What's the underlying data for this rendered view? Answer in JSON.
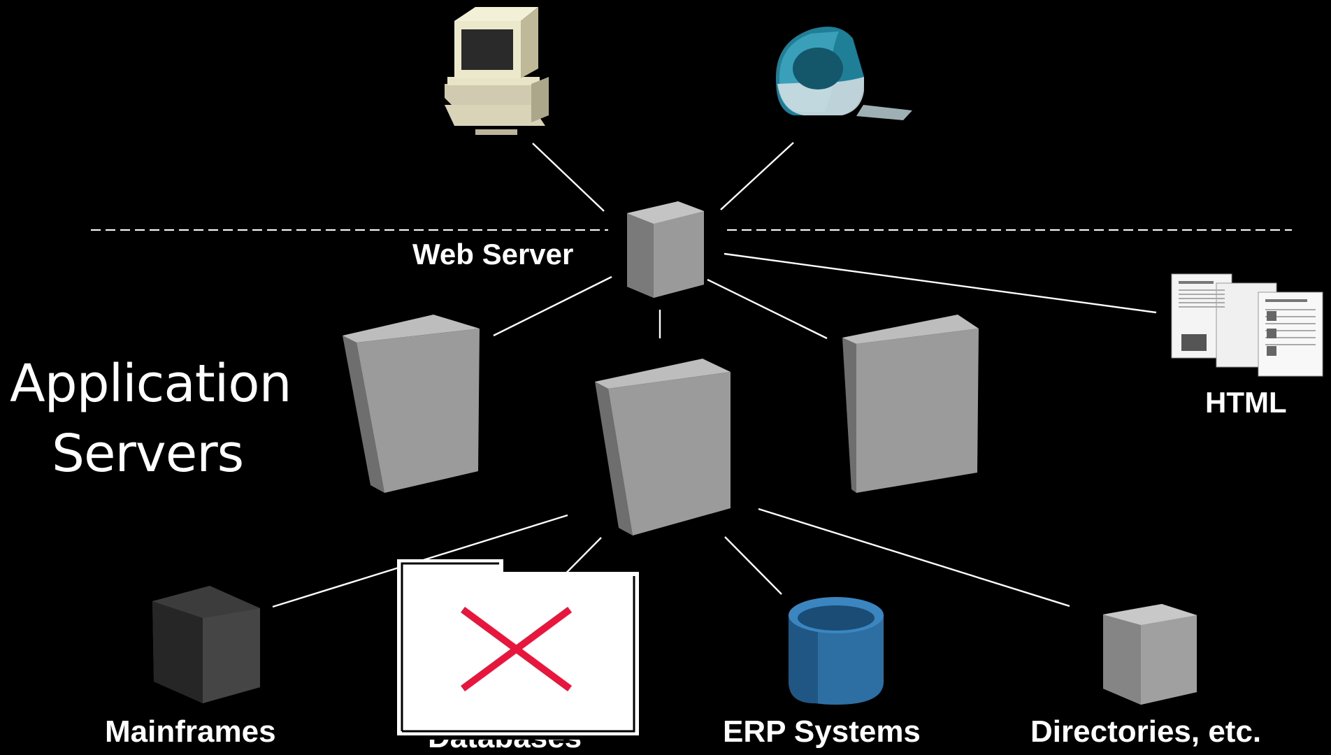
{
  "labels": {
    "web_server": "Web Server",
    "app_servers_line1": "Application",
    "app_servers_line2": "Servers",
    "html": "HTML",
    "mainframes": "Mainframes",
    "databases": "Databases",
    "erp": "ERP Systems",
    "directories": "Directories, etc."
  },
  "colors": {
    "background": "#000000",
    "line": "#ffffff",
    "box_front": "#999999",
    "box_side": "#777777",
    "box_top": "#bdbdbd",
    "dark_box": "#444444",
    "cylinder": "#2e73a8",
    "broken_image_x": "#e8163c"
  },
  "icons": [
    "pc-icon",
    "imac-icon",
    "html-documents-icon",
    "broken-image-icon"
  ]
}
